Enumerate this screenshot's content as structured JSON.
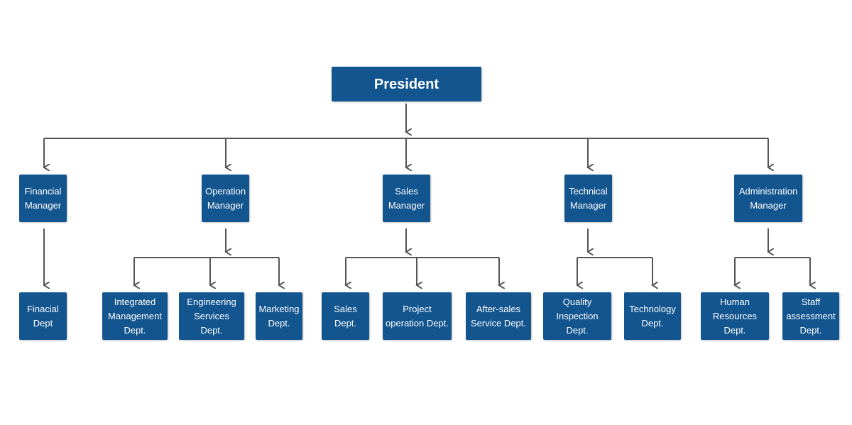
{
  "nodes": {
    "president": "President",
    "financial_manager": "Financial\nManager",
    "operation_manager": "Operation\nManager",
    "sales_manager": "Sales\nManager",
    "technical_manager": "Technical\nManager",
    "administration_manager": "Administration\nManager",
    "finacial_dept": "Finacial\nDept",
    "integrated_management_dept": "Integrated\nManagement\nDept.",
    "engineering_services_dept": "Engineering\nServices\nDept.",
    "marketing_dept": "Marketing\nDept.",
    "sales_dept": "Sales\nDept.",
    "project_operation_dept": "Project\noperation Dept.",
    "after_sales_service_dept": "After-sales\nService Dept.",
    "quality_inspection_dept": "Quality\nInspection\nDept.",
    "technology_dept": "Technology\nDept.",
    "human_resources_dept": "Human\nResources\nDept.",
    "staff_assessment_dept": "Staff\nassessment\nDept."
  },
  "colors": {
    "box": "#13558f",
    "text": "#ffffff",
    "connector": "#555555"
  }
}
